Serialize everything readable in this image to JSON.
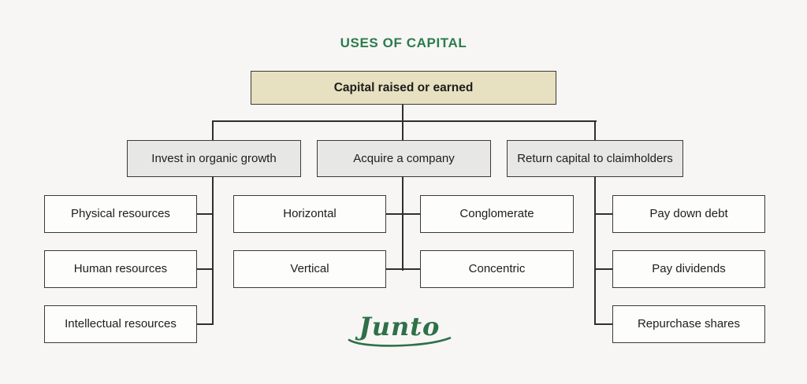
{
  "title": {
    "text": "USES OF CAPITAL"
  },
  "root": {
    "label": "Capital raised or earned"
  },
  "branches": [
    {
      "label": "Invest in organic growth",
      "children": [
        {
          "label": "Physical resources"
        },
        {
          "label": "Human resources"
        },
        {
          "label": "Intellectual resources"
        }
      ]
    },
    {
      "label": "Acquire a company",
      "children": [
        {
          "label": "Horizontal"
        },
        {
          "label": "Vertical"
        },
        {
          "label": "Conglomerate"
        },
        {
          "label": "Concentric"
        }
      ]
    },
    {
      "label": "Return capital to claimholders",
      "children": [
        {
          "label": "Pay down debt"
        },
        {
          "label": "Pay dividends"
        },
        {
          "label": "Repurchase shares"
        }
      ]
    }
  ],
  "logo": {
    "text": "Junto"
  },
  "colors": {
    "background": "#f7f6f4",
    "title_green": "#2b7b4d",
    "logo_green": "#2f7048",
    "root_fill": "#e7e1c1",
    "branch_fill": "#e7e8e5",
    "leaf_fill": "#fdfdfc",
    "line": "#2f2f2d",
    "border": "#3b3a36",
    "text": "#1d1d1b"
  }
}
